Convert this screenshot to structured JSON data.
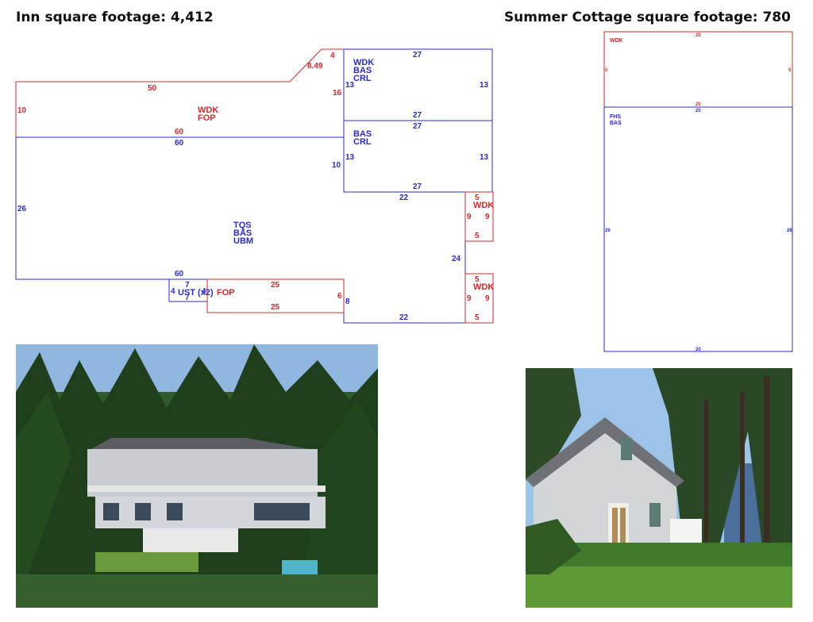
{
  "headings": {
    "inn": "Inn square footage: 4,412",
    "cottage": "Summer Cottage square footage: 780"
  },
  "colors": {
    "blue": "#2a2ad6",
    "red": "#d62828"
  },
  "inn_sketch": {
    "area_labels": [
      {
        "id": "wdk-fop-upper",
        "lines": [
          "WDK",
          "FOP"
        ],
        "color": "red"
      },
      {
        "id": "wdk-bas-crl",
        "lines": [
          "WDK",
          "BAS",
          "CRL"
        ],
        "color": "blue"
      },
      {
        "id": "bas-crl",
        "lines": [
          "BAS",
          "CRL"
        ],
        "color": "blue"
      },
      {
        "id": "tqs-bas-ubm",
        "lines": [
          "TQS",
          "BAS",
          "UBM"
        ],
        "color": "blue"
      },
      {
        "id": "wdk-right-upper",
        "lines": [
          "WDK"
        ],
        "color": "red"
      },
      {
        "id": "wdk-right-lower",
        "lines": [
          "WDK"
        ],
        "color": "red"
      },
      {
        "id": "ust-x2",
        "lines": [
          "UST (x2)"
        ],
        "color": "blue"
      },
      {
        "id": "fop-lower",
        "lines": [
          "FOP"
        ],
        "color": "red"
      }
    ],
    "dimensions": [
      {
        "id": "d50",
        "text": "50",
        "color": "red"
      },
      {
        "id": "d10a",
        "text": "10",
        "color": "red"
      },
      {
        "id": "d60r",
        "text": "60",
        "color": "red"
      },
      {
        "id": "d4top",
        "text": "4",
        "color": "red"
      },
      {
        "id": "d849",
        "text": "8.49",
        "color": "red"
      },
      {
        "id": "d16",
        "text": "16",
        "color": "red"
      },
      {
        "id": "d27a",
        "text": "27",
        "color": "blue"
      },
      {
        "id": "d13a",
        "text": "13",
        "color": "blue"
      },
      {
        "id": "d13b",
        "text": "13",
        "color": "blue"
      },
      {
        "id": "d27b",
        "text": "27",
        "color": "blue"
      },
      {
        "id": "d27c",
        "text": "27",
        "color": "blue"
      },
      {
        "id": "d60b",
        "text": "60",
        "color": "blue"
      },
      {
        "id": "d10b",
        "text": "10",
        "color": "blue"
      },
      {
        "id": "d13c",
        "text": "13",
        "color": "blue"
      },
      {
        "id": "d13d",
        "text": "13",
        "color": "blue"
      },
      {
        "id": "d27d",
        "text": "27",
        "color": "blue"
      },
      {
        "id": "d22a",
        "text": "22",
        "color": "blue"
      },
      {
        "id": "d26",
        "text": "26",
        "color": "blue"
      },
      {
        "id": "d5a",
        "text": "5",
        "color": "red"
      },
      {
        "id": "d9a",
        "text": "9",
        "color": "red"
      },
      {
        "id": "d9b",
        "text": "9",
        "color": "red"
      },
      {
        "id": "d5b",
        "text": "5",
        "color": "red"
      },
      {
        "id": "d24",
        "text": "24",
        "color": "blue"
      },
      {
        "id": "d60c",
        "text": "60",
        "color": "blue"
      },
      {
        "id": "d7a",
        "text": "7",
        "color": "blue"
      },
      {
        "id": "d4a",
        "text": "4",
        "color": "blue"
      },
      {
        "id": "d7b",
        "text": "7",
        "color": "blue"
      },
      {
        "id": "d4b",
        "text": "4",
        "color": "blue"
      },
      {
        "id": "d25a",
        "text": "25",
        "color": "red"
      },
      {
        "id": "d6",
        "text": "6",
        "color": "red"
      },
      {
        "id": "d25b",
        "text": "25",
        "color": "red"
      },
      {
        "id": "d8",
        "text": "8",
        "color": "blue"
      },
      {
        "id": "d22b",
        "text": "22",
        "color": "blue"
      },
      {
        "id": "d5c",
        "text": "5",
        "color": "red"
      },
      {
        "id": "d9c",
        "text": "9",
        "color": "red"
      },
      {
        "id": "d9d",
        "text": "9",
        "color": "red"
      },
      {
        "id": "d5d",
        "text": "5",
        "color": "red"
      }
    ]
  },
  "cottage_sketch": {
    "area_labels": [
      {
        "id": "c-wdk",
        "lines": [
          "WDK"
        ],
        "color": "red"
      },
      {
        "id": "c-fhs-bas",
        "lines": [
          "FHS",
          "BAS"
        ],
        "color": "blue"
      }
    ],
    "dimensions": [
      {
        "id": "c20a",
        "text": "20",
        "color": "red"
      },
      {
        "id": "c5l",
        "text": "5",
        "color": "red"
      },
      {
        "id": "c5r",
        "text": "5",
        "color": "red"
      },
      {
        "id": "c20b",
        "text": "20",
        "color": "red"
      },
      {
        "id": "c20c",
        "text": "20",
        "color": "blue"
      },
      {
        "id": "c26l",
        "text": "26",
        "color": "blue"
      },
      {
        "id": "c26r",
        "text": "26",
        "color": "blue"
      },
      {
        "id": "c20d",
        "text": "20",
        "color": "blue"
      }
    ]
  }
}
